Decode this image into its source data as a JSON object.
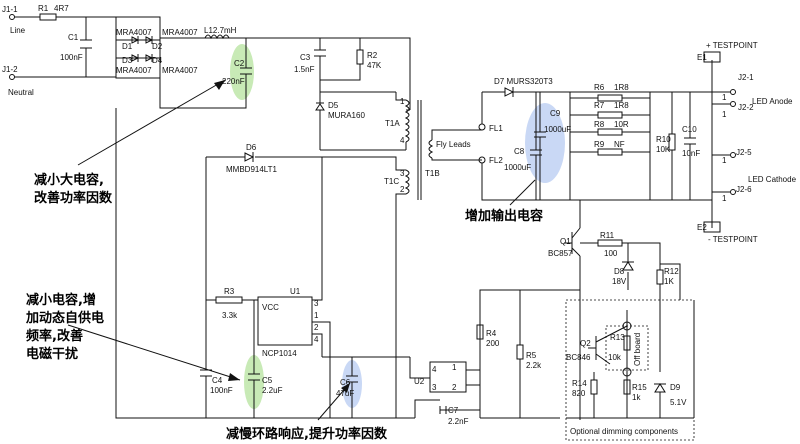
{
  "connectors": {
    "j1_1": "J1-1",
    "line": "Line",
    "j1_2": "J1-2",
    "neutral": "Neutral",
    "j2_1": "J2-1",
    "j2_2": "J2-2",
    "j2_5": "J2-5",
    "j2_6": "J2-6",
    "pin1a": "1",
    "pin1b": "1",
    "pin1c": "1",
    "pin1d": "1",
    "led_anode": "LED Anode",
    "led_cathode": "LED Cathode",
    "e1": "E1",
    "e2": "E2",
    "tp_plus": "+ TESTPOINT",
    "tp_minus": "- TESTPOINT"
  },
  "components": {
    "r1": "R1",
    "r1_val": "4R7",
    "c1": "C1",
    "c1_val": "100nF",
    "d1": "D1",
    "d2": "D2",
    "d3": "D3",
    "d4": "D4",
    "mra_a": "MRA4007",
    "mra_b": "MRA4007",
    "mra_c": "MRA4007",
    "mra_d": "MRA4007",
    "l_val": "L12.7mH",
    "c2": "C2",
    "c2_val": "220nF",
    "c3": "C3",
    "c3_val": "1.5nF",
    "r2": "R2",
    "r2_val": "47K",
    "d5": "D5",
    "d5_val": "MURA160",
    "t1a": "T1A",
    "t1b": "T1B",
    "t1c": "T1C",
    "tp1": "1",
    "tp4": "4",
    "tp3": "3",
    "tp2": "2",
    "d6": "D6",
    "d6_val": "MMBD914LT1",
    "d7": "D7 MURS320T3",
    "fl1": "FL1",
    "fl2": "FL2",
    "fly": "Fly Leads",
    "c8": "C8",
    "c8_val": "1000uF",
    "c9": "C9",
    "c9_val": "1000uF",
    "r6": "R6",
    "r6_val": "1R8",
    "r7": "R7",
    "r7_val": "1R8",
    "r8": "R8",
    "r8_val": "10R",
    "r9": "R9",
    "r9_val": "NF",
    "r10": "R10",
    "r10_val": "10K",
    "c10": "C10",
    "c10_val": "10nF",
    "q1": "Q1",
    "q1_val": "BC857",
    "r11": "R11",
    "r11_val": "100",
    "d8": "D8",
    "d8_val": "18V",
    "r12": "R12",
    "r12_val": "1K",
    "r3": "R3",
    "r3_val": "3.3k",
    "u1": "U1",
    "u1_vcc": "VCC",
    "u1_val": "NCP1014",
    "u1_p3": "3",
    "u1_p1": "1",
    "u1_p2": "2",
    "u1_p4": "4",
    "c4": "C4",
    "c4_val": "100nF",
    "c5": "C5",
    "c5_val": "2.2uF",
    "c6": "C6",
    "c6_val": "47uF",
    "u2": "U2",
    "u2_p4": "4",
    "u2_p3": "3",
    "u2_p1": "1",
    "u2_p2": "2",
    "c7": "C7",
    "c7_val": "2.2nF",
    "r4": "R4",
    "r4_val": "200",
    "r5": "R5",
    "r5_val": "2.2k",
    "q2": "Q2",
    "q2_val": "BC846",
    "r13": "R13",
    "r13_val": "10k",
    "r14": "R14",
    "r14_val": "820",
    "r15": "R15",
    "r15_val": "1k",
    "d9": "D9",
    "d9_val": "5.1V",
    "off_board": "Off board",
    "optional": "Optional dimming components"
  },
  "annotations": {
    "a1_l1": "减小大电容,",
    "a1_l2": "改善功率因数",
    "a2_l1": "增加输出电容",
    "a3_l1": "减小电容,增",
    "a3_l2": "加动态自供电",
    "a3_l3": "频率,改善",
    "a3_l4": "电磁干扰",
    "a4_l1": "减慢环路响应,提升功率因数"
  },
  "colors": {
    "highlight_green": "#c8eab6",
    "highlight_blue": "#c9d8f5",
    "wire": "#111111"
  }
}
